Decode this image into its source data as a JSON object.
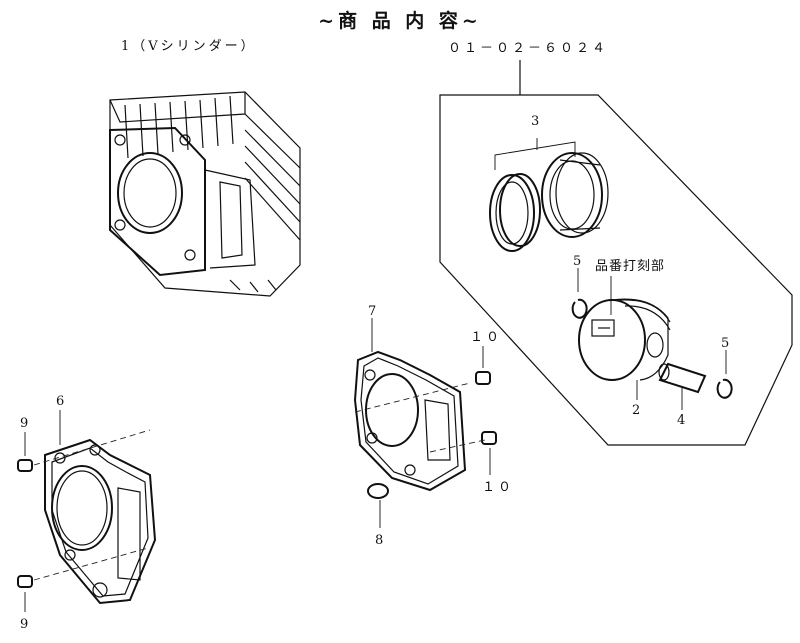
{
  "title": "~商 品 内 容~",
  "part_number": "０１－０２－６０２４",
  "stamp_label": "品番打刻部",
  "callouts": {
    "c1": "1（Vシリンダー）",
    "c2": "2",
    "c3": "3",
    "c4": "4",
    "c5a": "5",
    "c5b": "5",
    "c6": "6",
    "c7": "7",
    "c8": "8",
    "c9a": "9",
    "c9b": "9",
    "c10a": "１０",
    "c10b": "１０"
  },
  "colors": {
    "line": "#111111",
    "background": "#ffffff"
  }
}
